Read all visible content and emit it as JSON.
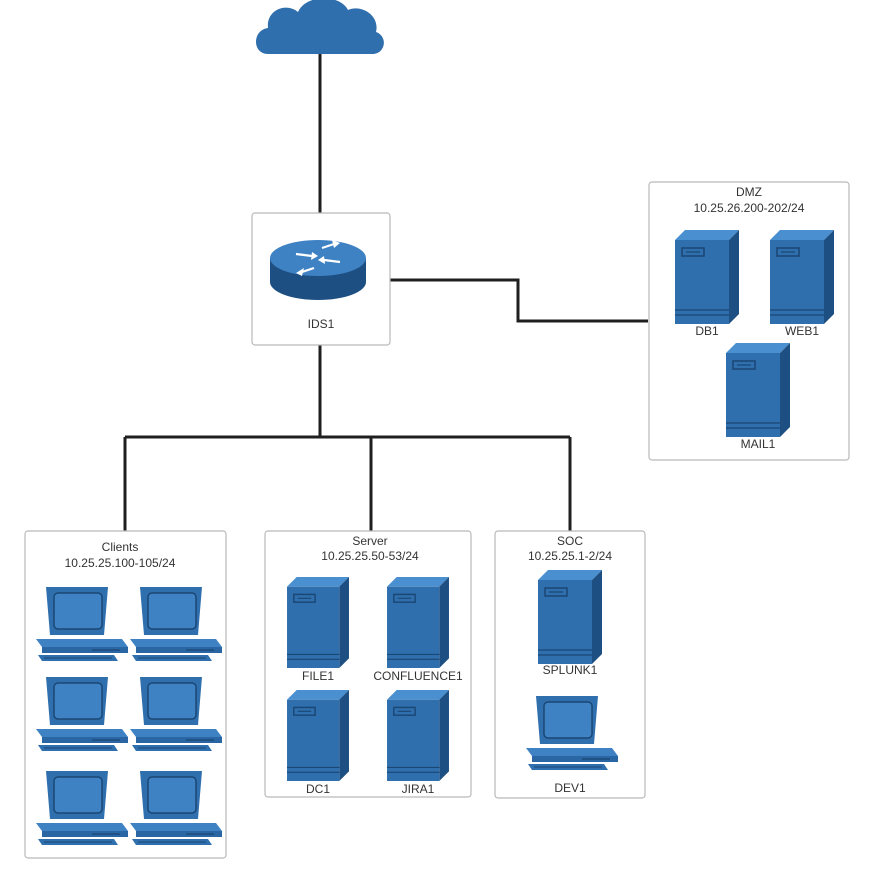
{
  "colors": {
    "device_blue": "#2f6fad",
    "device_dark": "#1e4f82",
    "device_light": "#3f82c4",
    "wire": "#1f1f1f",
    "box_border": "#b9b9b9"
  },
  "internet": {
    "icon": "cloud-icon"
  },
  "router": {
    "label": "IDS1",
    "icon": "router-icon"
  },
  "dmz": {
    "title": "DMZ",
    "subnet": "10.25.26.200-202/24",
    "servers": [
      "DB1",
      "WEB1",
      "MAIL1"
    ]
  },
  "clients": {
    "title": "Clients",
    "subnet": "10.25.25.100-105/24",
    "workstation_count": 6
  },
  "server": {
    "title": "Server",
    "subnet": "10.25.25.50-53/24",
    "servers": [
      "FILE1",
      "CONFLUENCE1",
      "DC1",
      "JIRA1"
    ]
  },
  "soc": {
    "title": "SOC",
    "subnet": "10.25.25.1-2/24",
    "server": "SPLUNK1",
    "workstation": "DEV1"
  }
}
